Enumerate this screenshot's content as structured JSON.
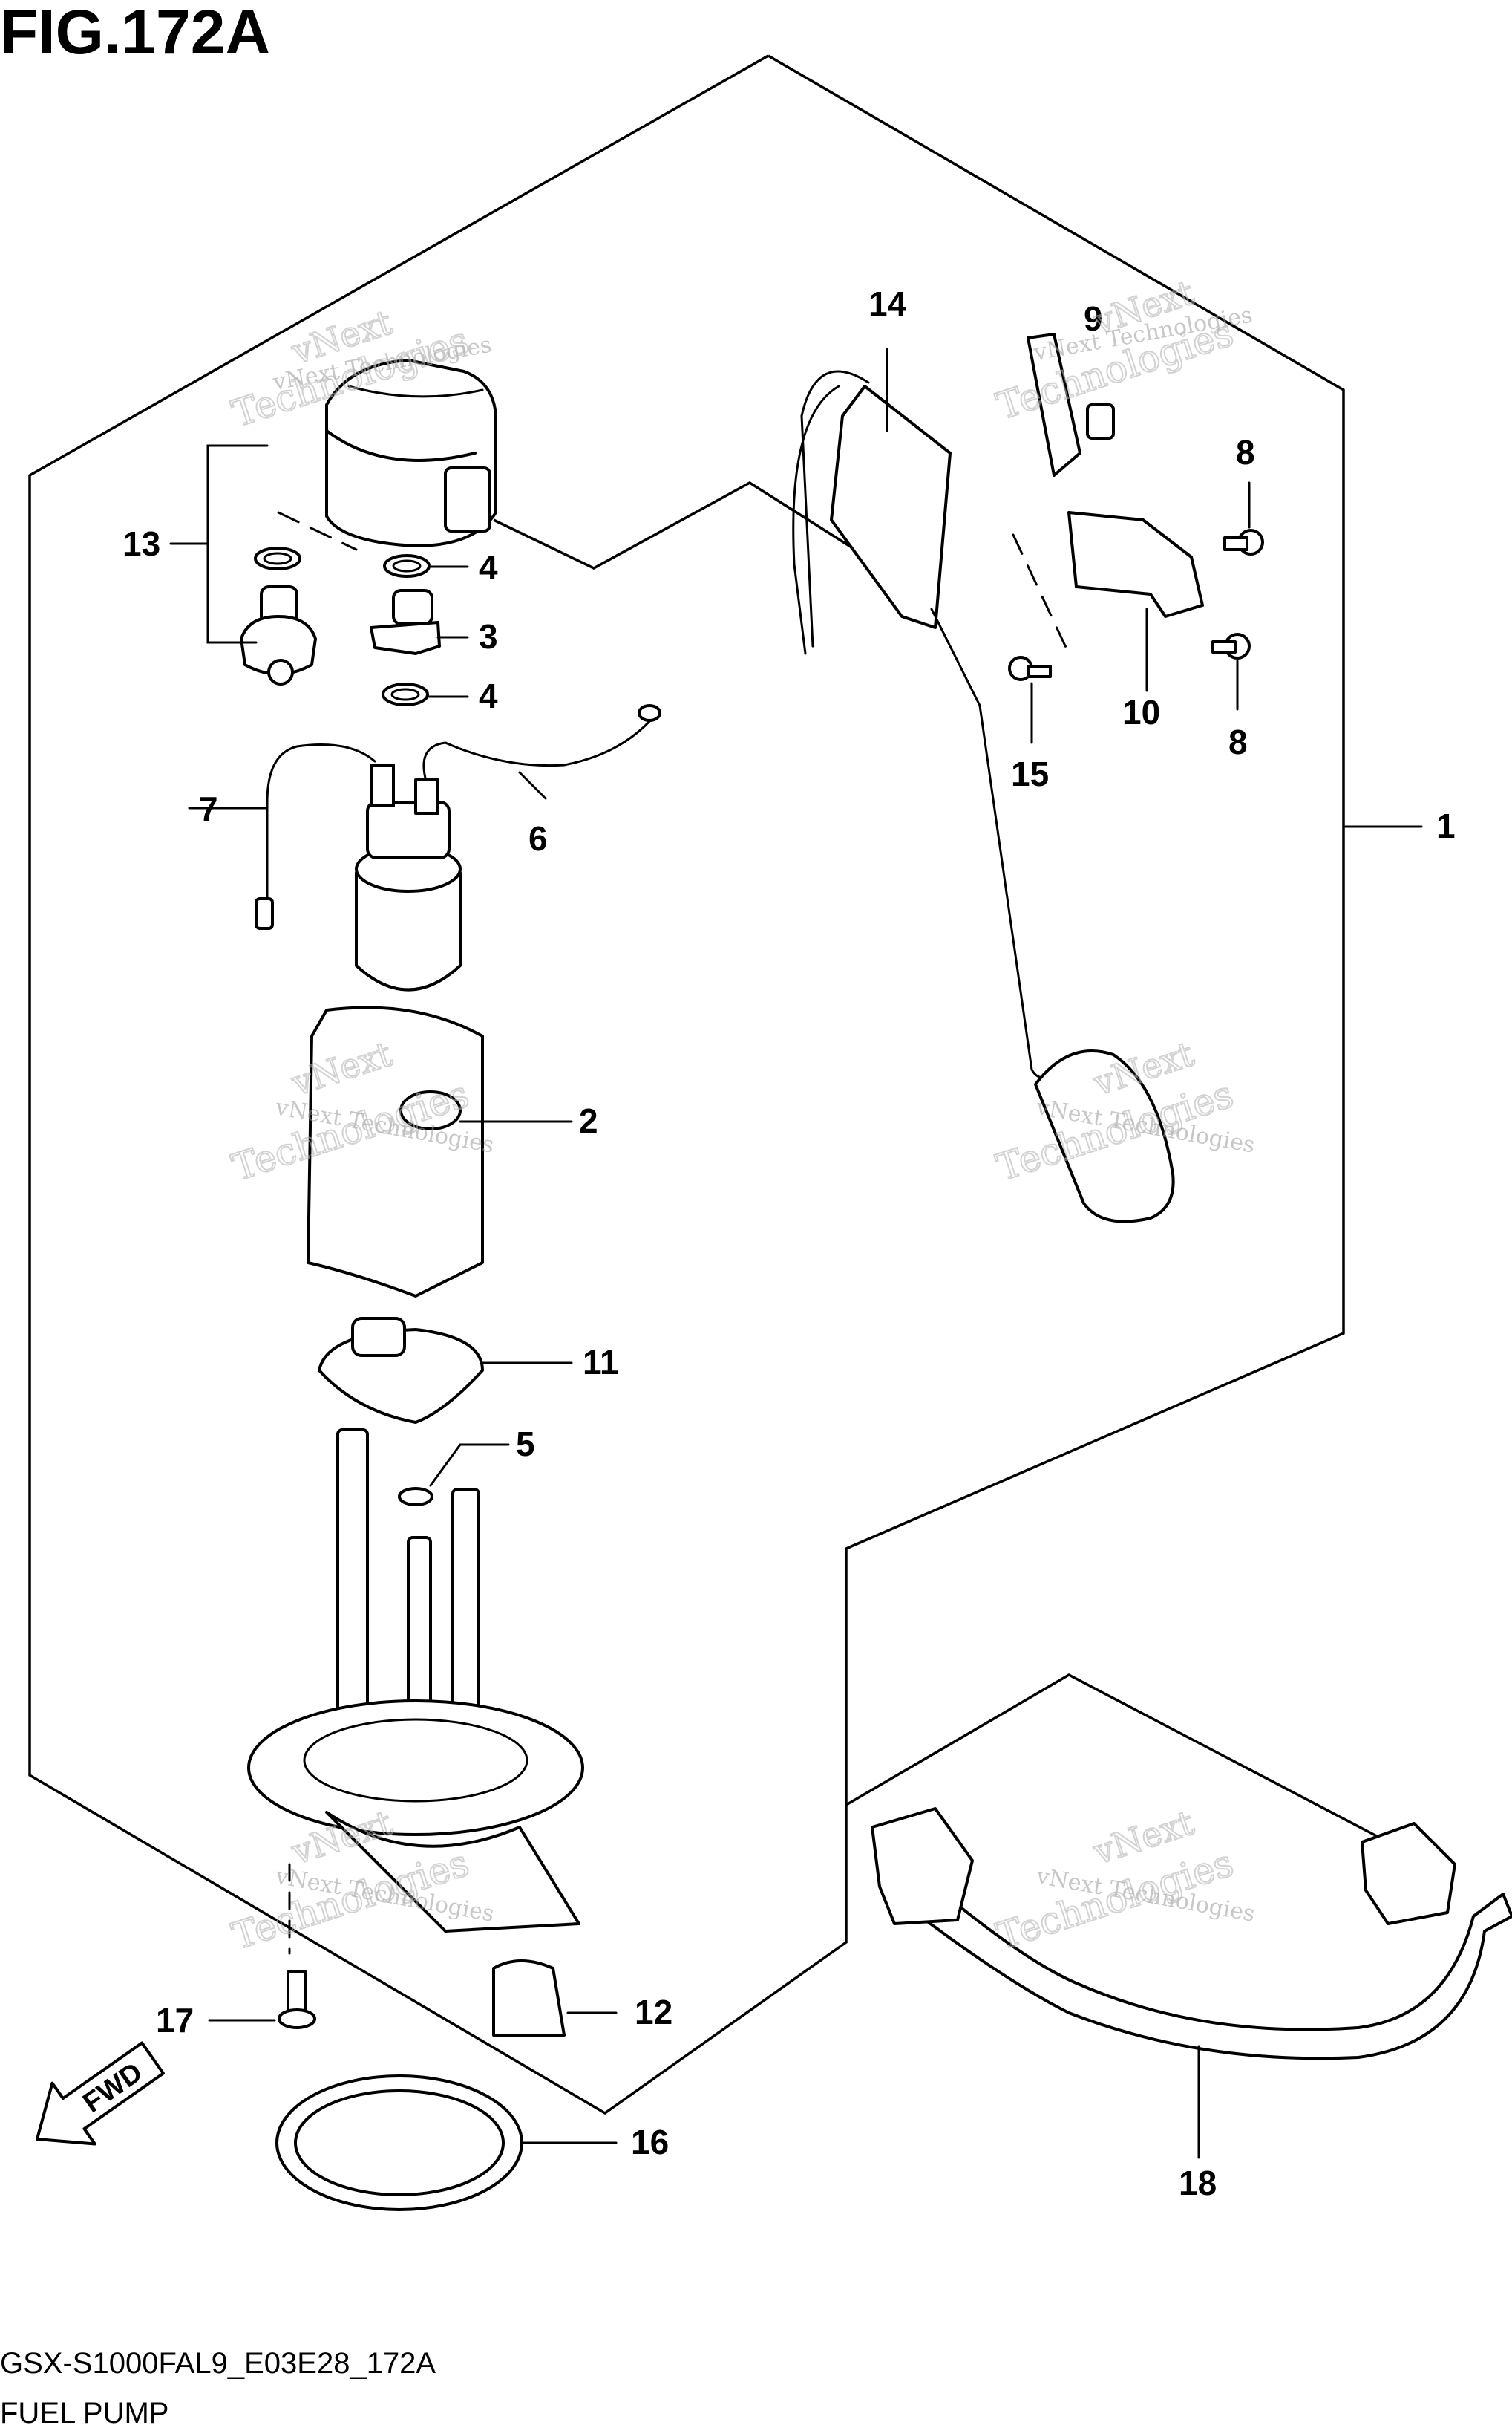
{
  "figure": {
    "title": "FIG.172A",
    "model_code": "GSX-S1000FAL9_E03E28_172A",
    "section_name": "FUEL PUMP",
    "direction_label": "FWD"
  },
  "watermark": {
    "line1": "vNext Technologies",
    "big1": "vNext",
    "big2": "Technologies"
  },
  "callouts": [
    {
      "id": "c1",
      "label": "1"
    },
    {
      "id": "c2",
      "label": "2"
    },
    {
      "id": "c3",
      "label": "3"
    },
    {
      "id": "c4a",
      "label": "4"
    },
    {
      "id": "c4b",
      "label": "4"
    },
    {
      "id": "c5",
      "label": "5"
    },
    {
      "id": "c6",
      "label": "6"
    },
    {
      "id": "c7",
      "label": "7"
    },
    {
      "id": "c8a",
      "label": "8"
    },
    {
      "id": "c8b",
      "label": "8"
    },
    {
      "id": "c9",
      "label": "9"
    },
    {
      "id": "c10",
      "label": "10"
    },
    {
      "id": "c11",
      "label": "11"
    },
    {
      "id": "c12",
      "label": "12"
    },
    {
      "id": "c13",
      "label": "13"
    },
    {
      "id": "c14",
      "label": "14"
    },
    {
      "id": "c15",
      "label": "15"
    },
    {
      "id": "c16",
      "label": "16"
    },
    {
      "id": "c17",
      "label": "17"
    },
    {
      "id": "c18",
      "label": "18"
    }
  ]
}
